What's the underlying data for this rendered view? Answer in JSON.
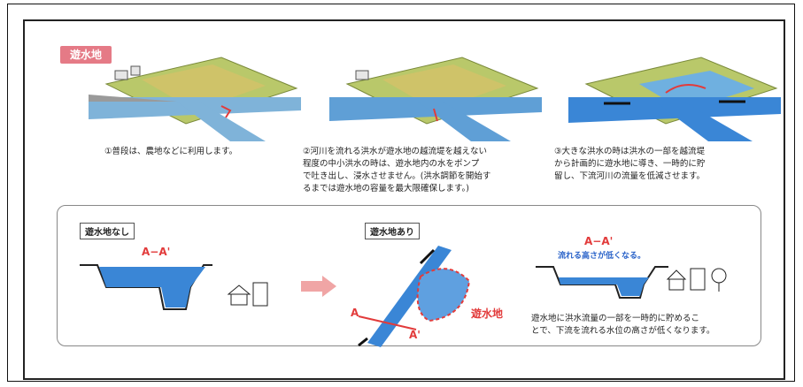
{
  "tag": "遊水地",
  "captions": {
    "c1": "①普段は、農地などに利用します。",
    "c2": "②河川を流れる洪水が遊水地の越流堤を越えない\n程度の中小洪水の時は、遊水地内の水をポンプ\nで吐き出し、浸水させません。(洪水調節を開始す\nるまでは遊水地の容量を最大限確保します。)",
    "c3": "③大きな洪水の時は洪水の一部を越流堤\nから計画的に遊水地に導き、一時的に貯\n留し、下流河川の流量を低減させます。"
  },
  "panel": {
    "label_without": "遊水地なし",
    "label_with": "遊水地あり",
    "section_aa": "A−A'",
    "section_aa2": "A−A'",
    "lower_height": "流れる高さが低くなる。",
    "point_a": "A",
    "point_a_prime": "A'",
    "pond_label": "遊水地",
    "note": "遊水地に洪水流量の一部を一時的に貯めるこ\nとで、下流を流れる水位の高さが低くなります。"
  },
  "colors": {
    "water": "#3a86d6",
    "tag": "#e57a86",
    "accent_red": "#e23b3b",
    "field": "#b9c86a"
  }
}
